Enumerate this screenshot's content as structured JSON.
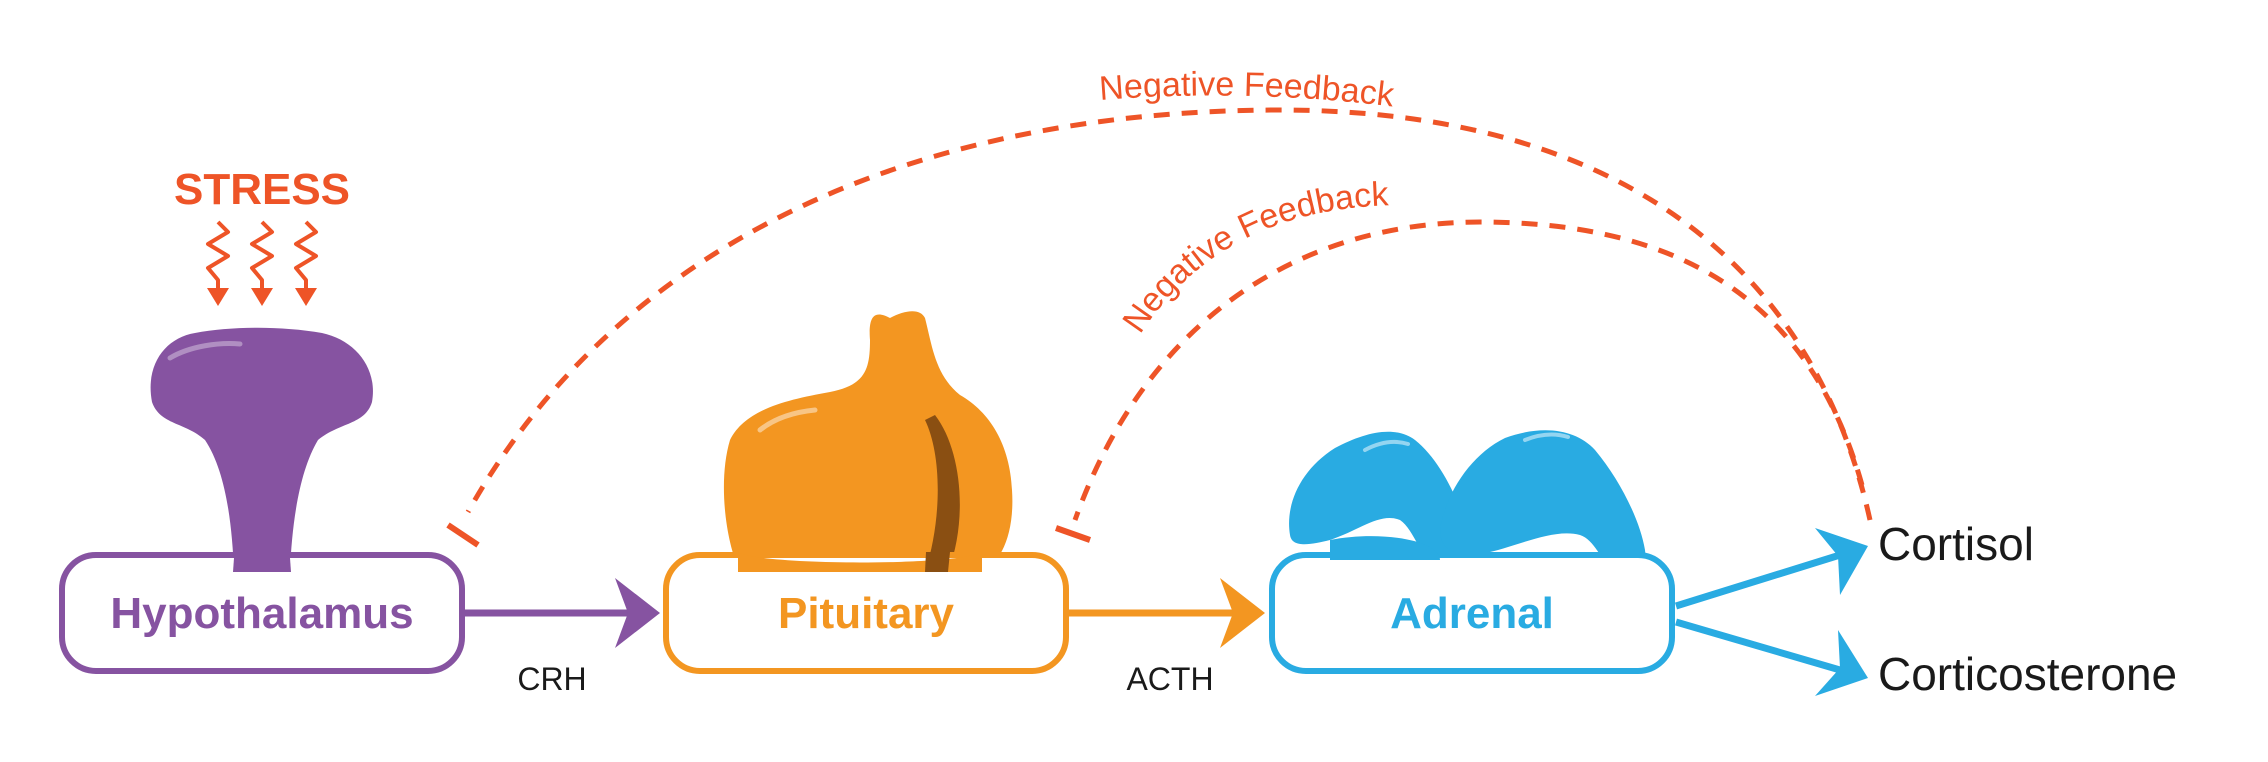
{
  "stress": {
    "label": "STRESS"
  },
  "nodes": {
    "hypothalamus": {
      "label": "Hypothalamus"
    },
    "pituitary": {
      "label": "Pituitary"
    },
    "adrenal": {
      "label": "Adrenal"
    }
  },
  "hormones": {
    "crh": "CRH",
    "acth": "ACTH"
  },
  "outputs": {
    "cortisol": "Cortisol",
    "corticosterone": "Corticosterone"
  },
  "feedback": {
    "outer": "Negative Feedback",
    "inner": "Negative Feedback"
  },
  "colors": {
    "stress": "#EE5427",
    "hypothalamus": "#8653A1",
    "pituitary": "#F39621",
    "adrenal": "#29ABE2",
    "text": "#1a1a1a"
  }
}
